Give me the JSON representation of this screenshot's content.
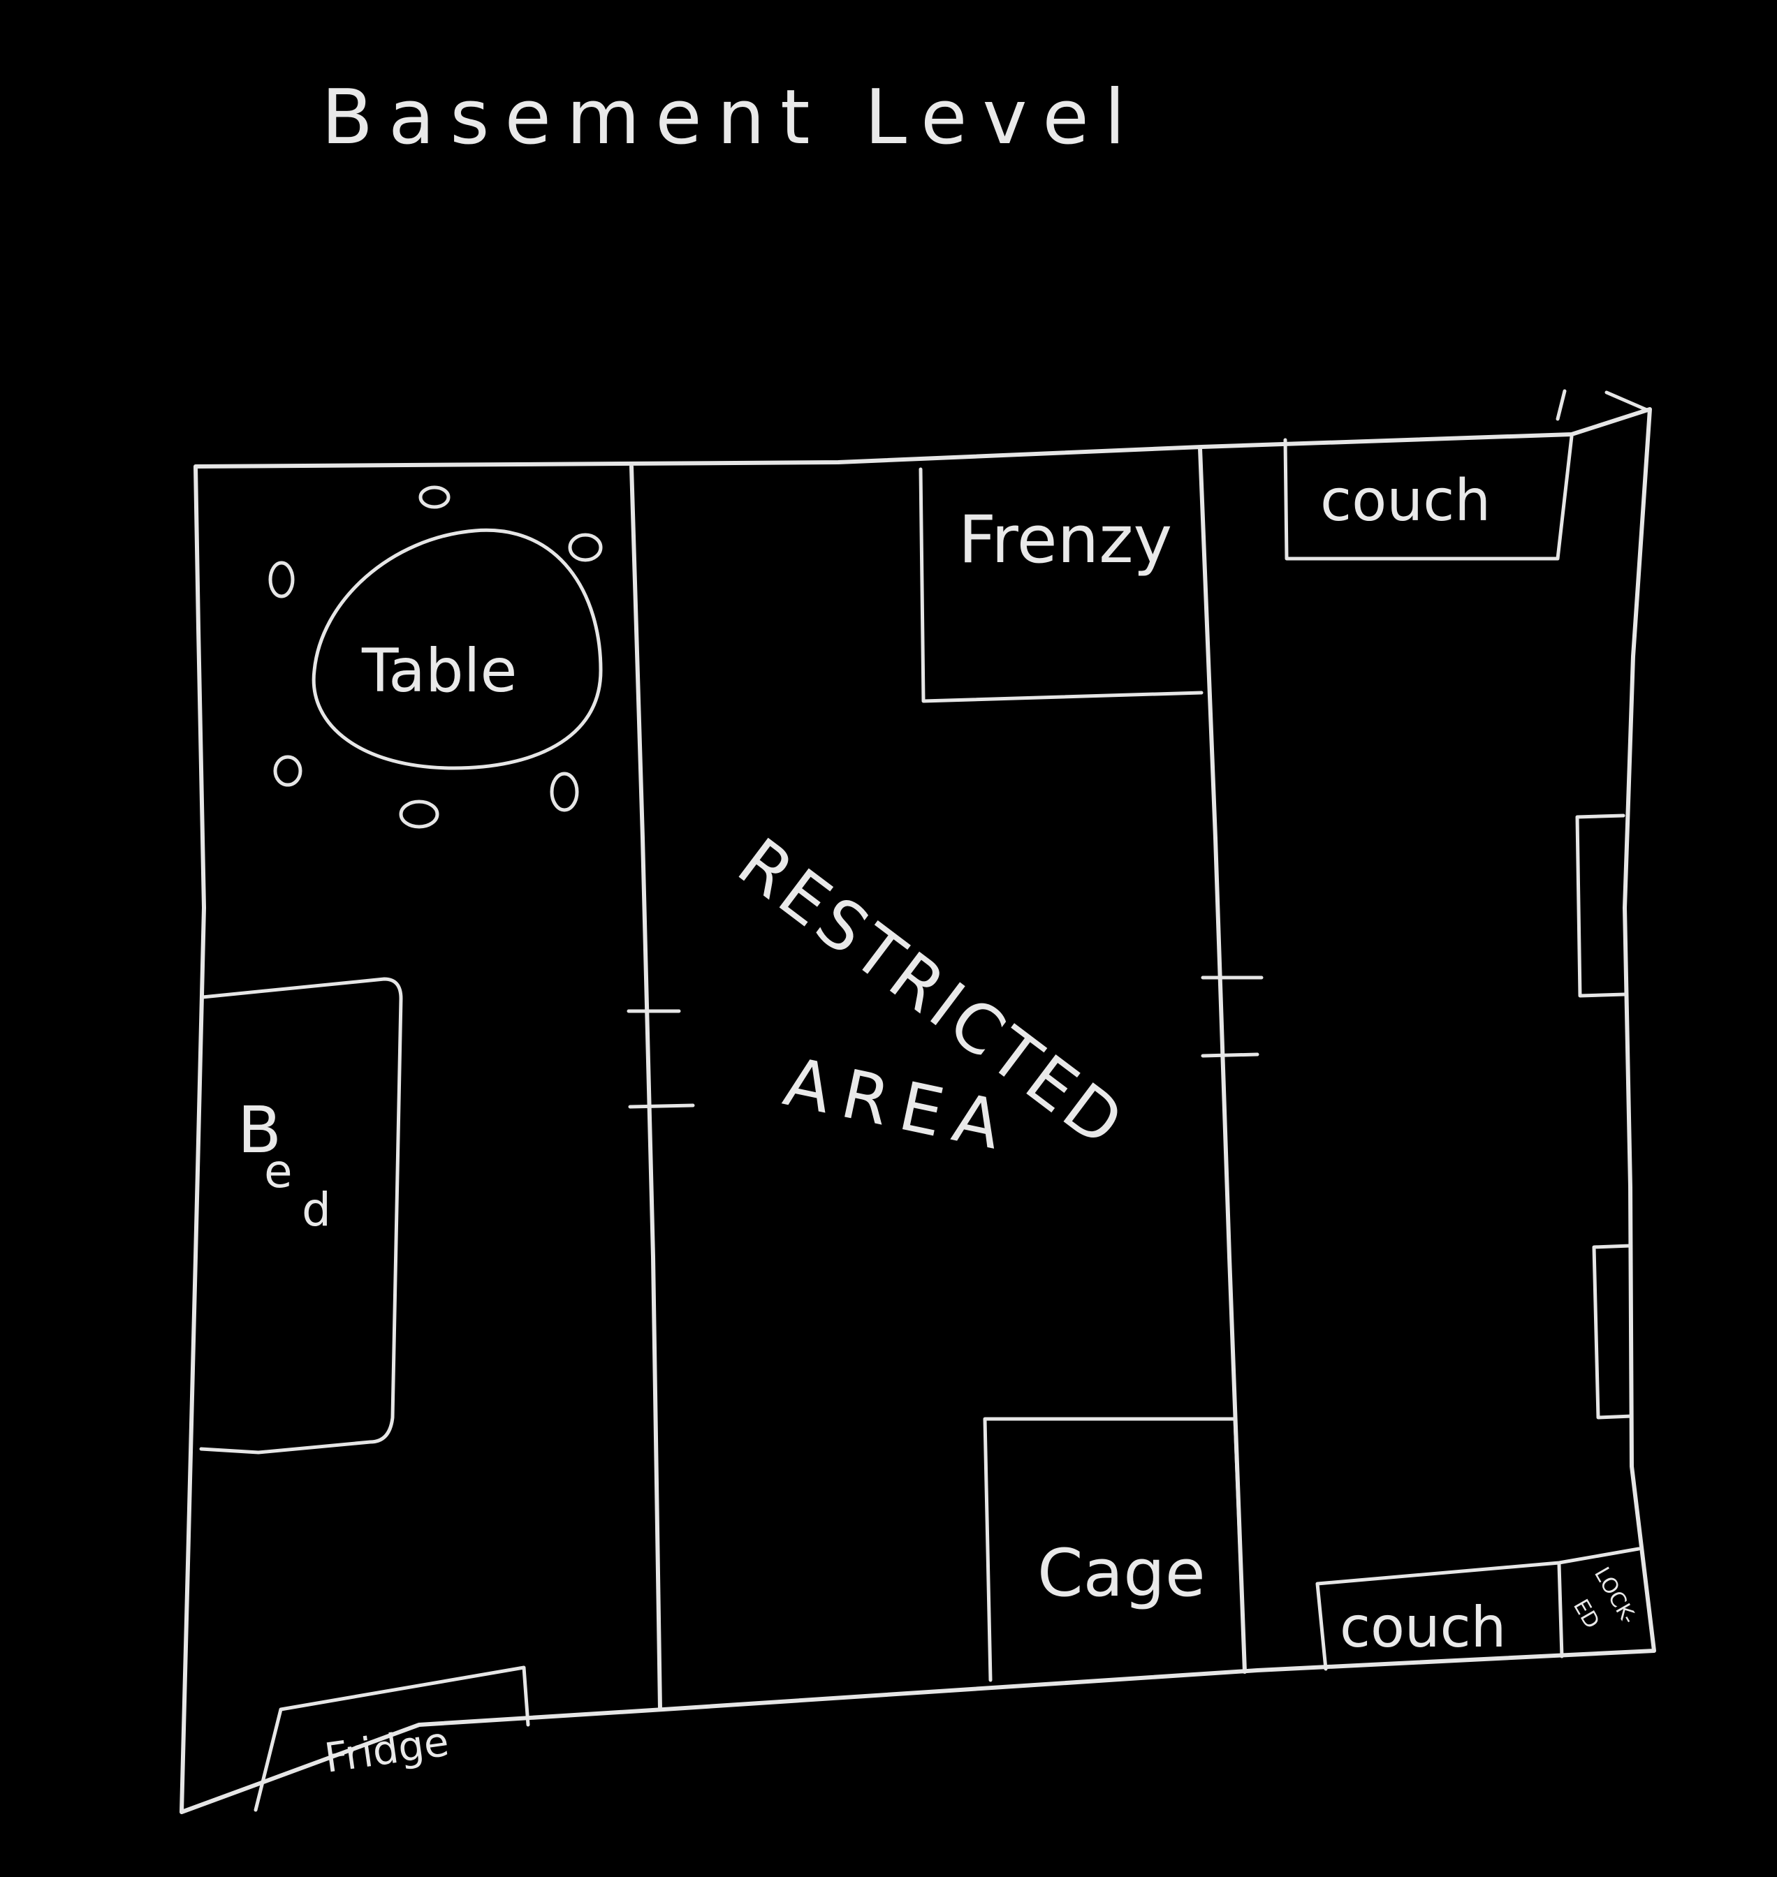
{
  "title": "Basement Level",
  "rooms": {
    "restricted_line1": "RESTRICTED",
    "restricted_line2": "AREA"
  },
  "furniture": {
    "table": "Table",
    "bed_b": "B",
    "bed_e": "e",
    "bed_d": "d",
    "frenzy": "Frenzy",
    "couch_top": "couch",
    "couch_bottom": "couch",
    "cage": "Cage",
    "fridge": "Fridge",
    "locked_line1": "LOCK-",
    "locked_line2": "ED"
  },
  "colors": {
    "background": "#000000",
    "chalk": "#e6e6e6"
  }
}
